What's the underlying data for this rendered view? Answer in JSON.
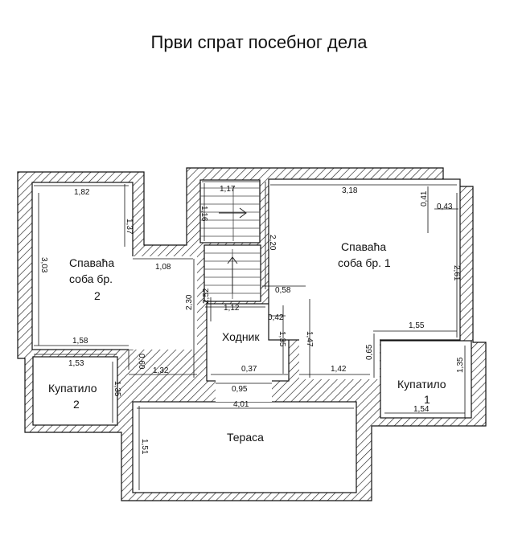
{
  "title": "Први спрат посебног дела",
  "rooms": {
    "bedroom2": [
      "Спаваћа",
      "соба бр.",
      "2"
    ],
    "bedroom1": [
      "Спаваћа",
      "соба бр. 1"
    ],
    "hallway": "Ходник",
    "bathroom2": [
      "Купатило",
      "2"
    ],
    "bathroom1": [
      "Купатило",
      "1"
    ],
    "terrace": "Тераса"
  },
  "dimensions": {
    "d182": "1,82",
    "d137": "1,37",
    "d303": "3,03",
    "d108": "1,08",
    "d158": "1,58",
    "d153": "1,53",
    "d060": "0,60",
    "d132": "1,32",
    "d135a": "1,35",
    "d117": "1,17",
    "d116": "1,16",
    "d220": "2,20",
    "d318": "3,18",
    "d041": "0,41",
    "d043": "0,43",
    "d261": "2,61",
    "d058": "0,58",
    "d230": "2,30",
    "d252": "2,52",
    "d112": "1,12",
    "d042": "0,42",
    "d135b": "1,35",
    "d147": "1,47",
    "d155": "1,55",
    "d065": "0,65",
    "d037": "0,37",
    "d142": "1,42",
    "d095": "0,95",
    "d135c": "1,35",
    "d401": "4,01",
    "d154": "1,54",
    "d151": "1,51"
  }
}
